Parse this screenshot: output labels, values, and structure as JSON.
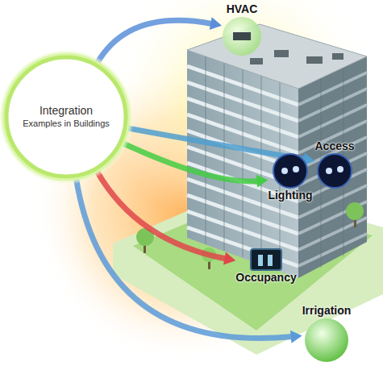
{
  "diagram": {
    "nodes": [
      {
        "text": [
          "Integration",
          "Examples in Buildings"
        ]
      },
      {
        "text": [
          "HVAC"
        ]
      },
      {
        "text": [
          "Access"
        ]
      },
      {
        "text": [
          "Lighting"
        ]
      },
      {
        "text": [
          "Occupancy"
        ]
      },
      {
        "text": [
          "Irrigation"
        ]
      }
    ],
    "edges": [
      {
        "from": 0,
        "to": 1,
        "arrow": "to"
      },
      {
        "from": 0,
        "to": 2,
        "arrow": "to"
      },
      {
        "from": 0,
        "to": 3,
        "arrow": "to"
      },
      {
        "from": 0,
        "to": 4,
        "arrow": "to"
      },
      {
        "from": 0,
        "to": 5,
        "arrow": "to"
      }
    ]
  }
}
